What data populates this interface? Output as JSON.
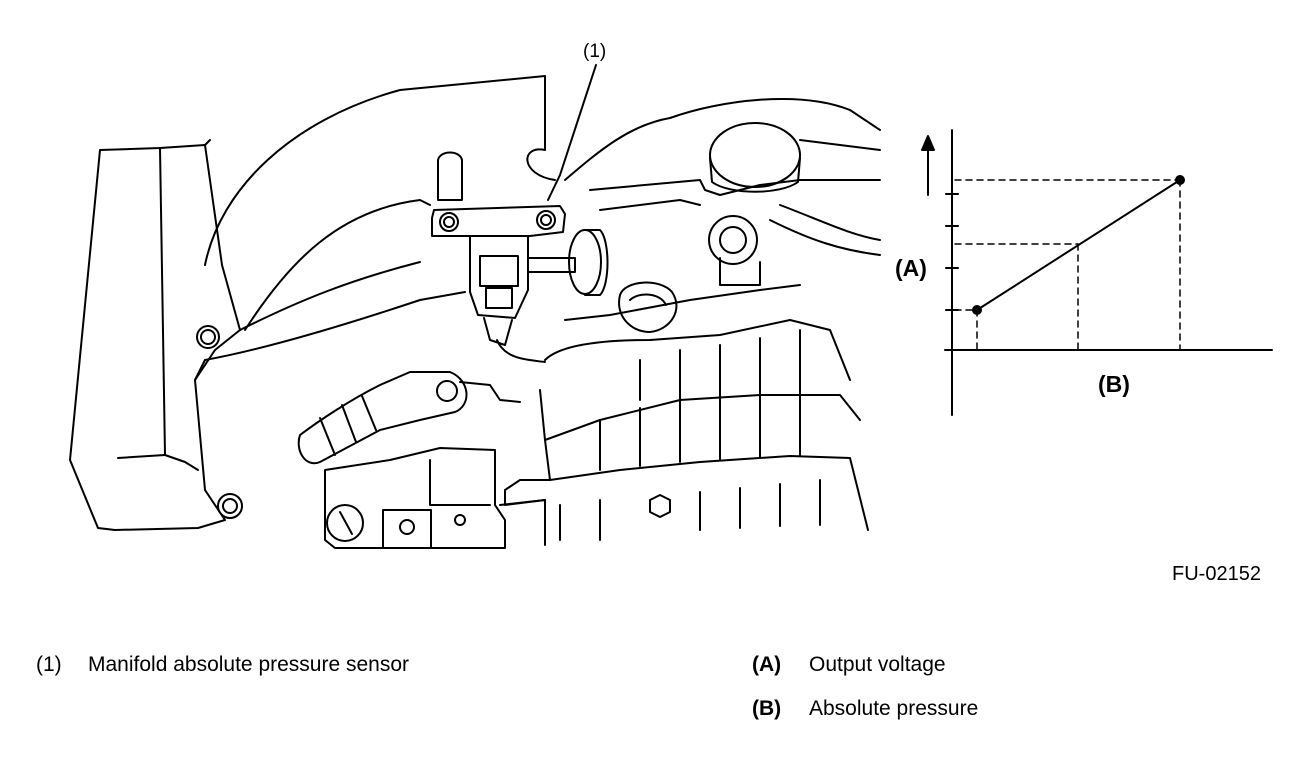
{
  "figure": {
    "callout_label": "(1)",
    "code": "FU-02152"
  },
  "graph": {
    "y_label": "(A)",
    "x_label": "(B)"
  },
  "legend": {
    "left": [
      {
        "key": "(1)",
        "text": "Manifold absolute pressure sensor"
      }
    ],
    "right": [
      {
        "key": "(A)",
        "text": "Output voltage"
      },
      {
        "key": "(B)",
        "text": "Absolute pressure"
      }
    ]
  }
}
